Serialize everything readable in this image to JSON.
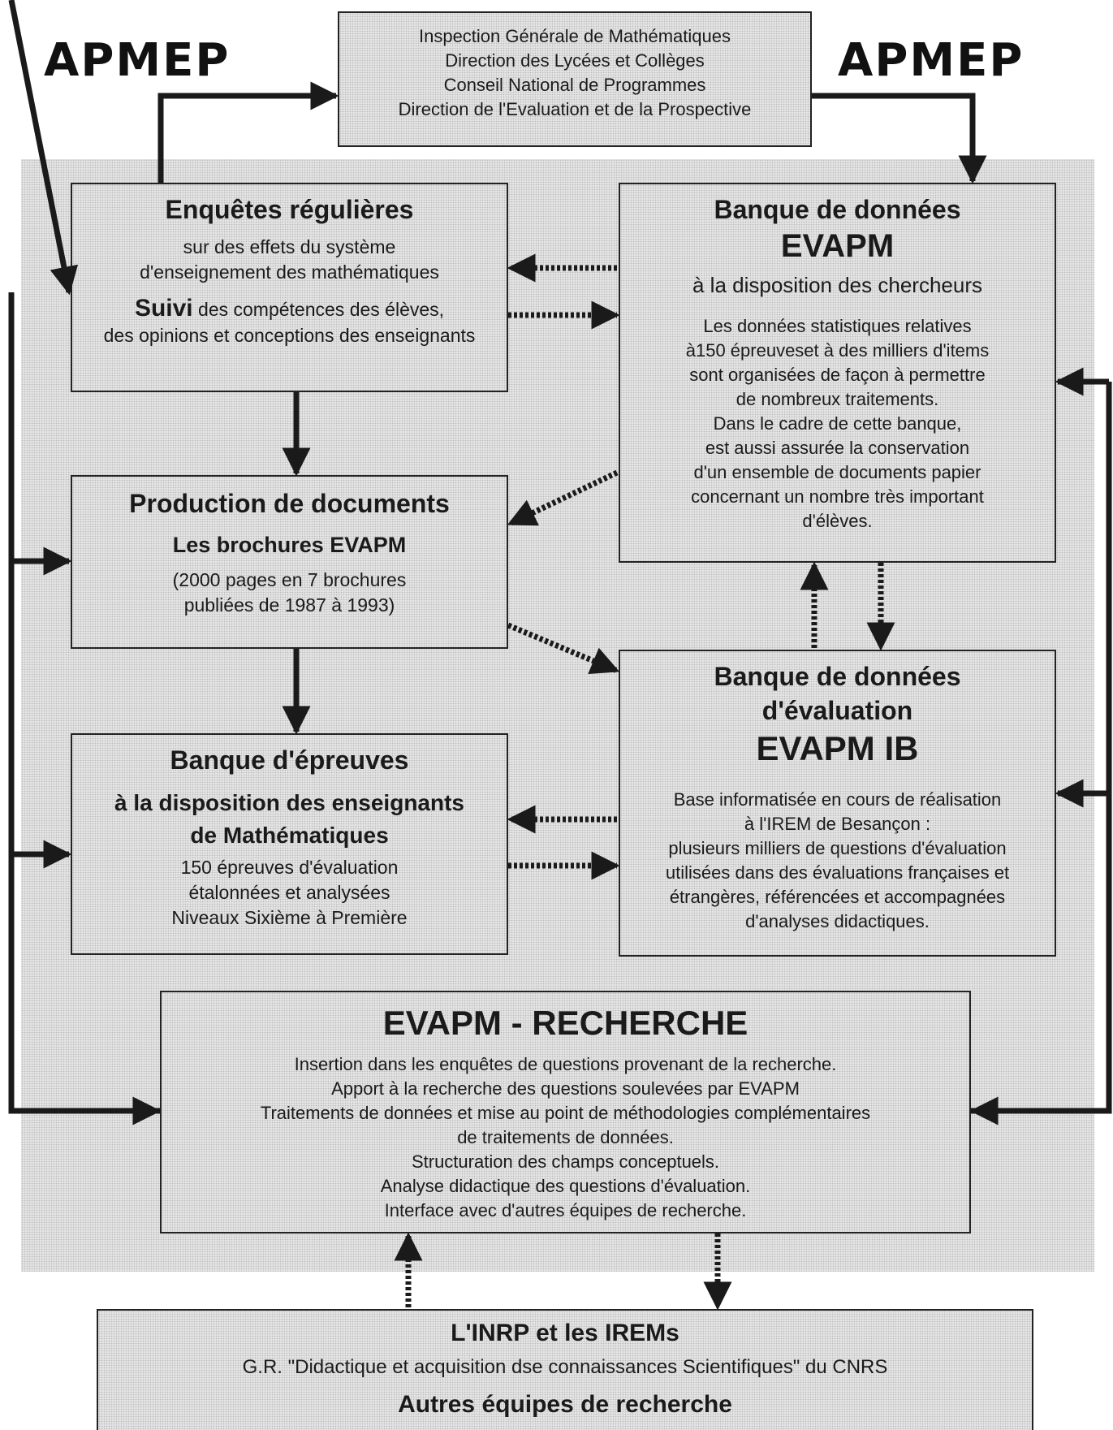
{
  "header": {
    "brand_left": "APMEP",
    "brand_right": "APMEP",
    "institutions": [
      "Inspection Générale de Mathématiques",
      "Direction des Lycées et Collèges",
      "Conseil National de Programmes",
      "Direction de l'Evaluation et de la Prospective"
    ]
  },
  "enquetes": {
    "title": "Enquêtes régulières",
    "line1": "sur des effets du système",
    "line2": "d'enseignement des mathématiques",
    "suivi_word": "Suivi",
    "suivi_rest": " des compétences des élèves,",
    "line4": "des opinions et conceptions des enseignants"
  },
  "banque_evapm": {
    "title": "Banque de données",
    "subtitle": "EVAPM",
    "tagline": "à la disposition des chercheurs",
    "body": [
      "Les données statistiques relatives",
      "à150 épreuveset à des milliers d'items",
      "sont organisées de façon à permettre",
      "de nombreux traitements.",
      "Dans le cadre de cette banque,",
      "est aussi assurée la conservation",
      "d'un ensemble de documents papier",
      "concernant un nombre très important",
      "d'élèves."
    ]
  },
  "production": {
    "title": "Production de documents",
    "subtitle": "Les brochures EVAPM",
    "line1": "(2000 pages en 7 brochures",
    "line2": "publiées de 1987 à 1993)"
  },
  "banque_ib": {
    "title1": "Banque de données",
    "title2": "d'évaluation",
    "subtitle": "EVAPM IB",
    "body": [
      "Base informatisée en cours de réalisation",
      "à l'IREM de Besançon :",
      "plusieurs milliers de questions d'évaluation",
      "utilisées dans des évaluations françaises et",
      "étrangères, référencées et accompagnées",
      "d'analyses didactiques."
    ]
  },
  "epreuves": {
    "title": "Banque d'épreuves",
    "subtitle1": "à la disposition des enseignants",
    "subtitle2": "de Mathématiques",
    "line1": "150 épreuves d'évaluation",
    "line2": "étalonnées et analysées",
    "line3": "Niveaux Sixième à Première"
  },
  "recherche": {
    "title": "EVAPM - RECHERCHE",
    "body": [
      "Insertion dans les enquêtes de questions provenant de la recherche.",
      "Apport à la recherche des questions soulevées par EVAPM",
      "Traitements de données et mise au point de méthodologies complémentaires",
      "de traitements de données.",
      "Structuration des champs conceptuels.",
      "Analyse didactique des questions d'évaluation.",
      "Interface avec d'autres équipes de recherche."
    ]
  },
  "footer": {
    "title": "L'INRP et les IREMs",
    "line1": "G.R. \"Didactique et acquisition dse connaissances Scientifiques\" du CNRS",
    "line2": "Autres équipes de recherche"
  }
}
